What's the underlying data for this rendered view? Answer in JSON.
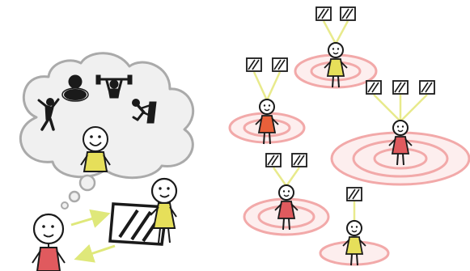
{
  "colors": {
    "background": "#ffffff",
    "outline": "#1a1a1a",
    "cloud_fill": "#f0f0f0",
    "cloud_stroke": "#aaaaaa",
    "face": "#ffffff",
    "dress_yellow": "#e6df5a",
    "dress_red": "#e05a5e",
    "dress_orange": "#e8603a",
    "arrow": "#dfe87a",
    "ring": "#f2a9a9",
    "ring_fill": "#fdeeee",
    "link": "#e8ea8c"
  },
  "icons": {
    "thought": [
      "jumping-person-icon",
      "person-bust-icon",
      "weightlifter-icon",
      "climber-icon"
    ],
    "connection": "rating-card-icon"
  },
  "figures": [
    {
      "name": "dreaming-figure",
      "dress": "dress_yellow",
      "smile": true
    },
    {
      "name": "left-person-figure",
      "dress": "dress_red",
      "smile": true
    },
    {
      "name": "right-person-figure",
      "dress": "dress_yellow",
      "smile": true
    },
    {
      "name": "network-figure-top",
      "dress": "dress_yellow",
      "cards": 2,
      "rings": 2
    },
    {
      "name": "network-figure-left",
      "dress": "dress_orange",
      "cards": 2,
      "rings": 2
    },
    {
      "name": "network-figure-right",
      "dress": "dress_red",
      "cards": 3,
      "rings": 3
    },
    {
      "name": "network-figure-bottom-left",
      "dress": "dress_red",
      "cards": 2,
      "rings": 2
    },
    {
      "name": "network-figure-bottom-right",
      "dress": "dress_yellow",
      "cards": 1,
      "rings": 1
    }
  ]
}
